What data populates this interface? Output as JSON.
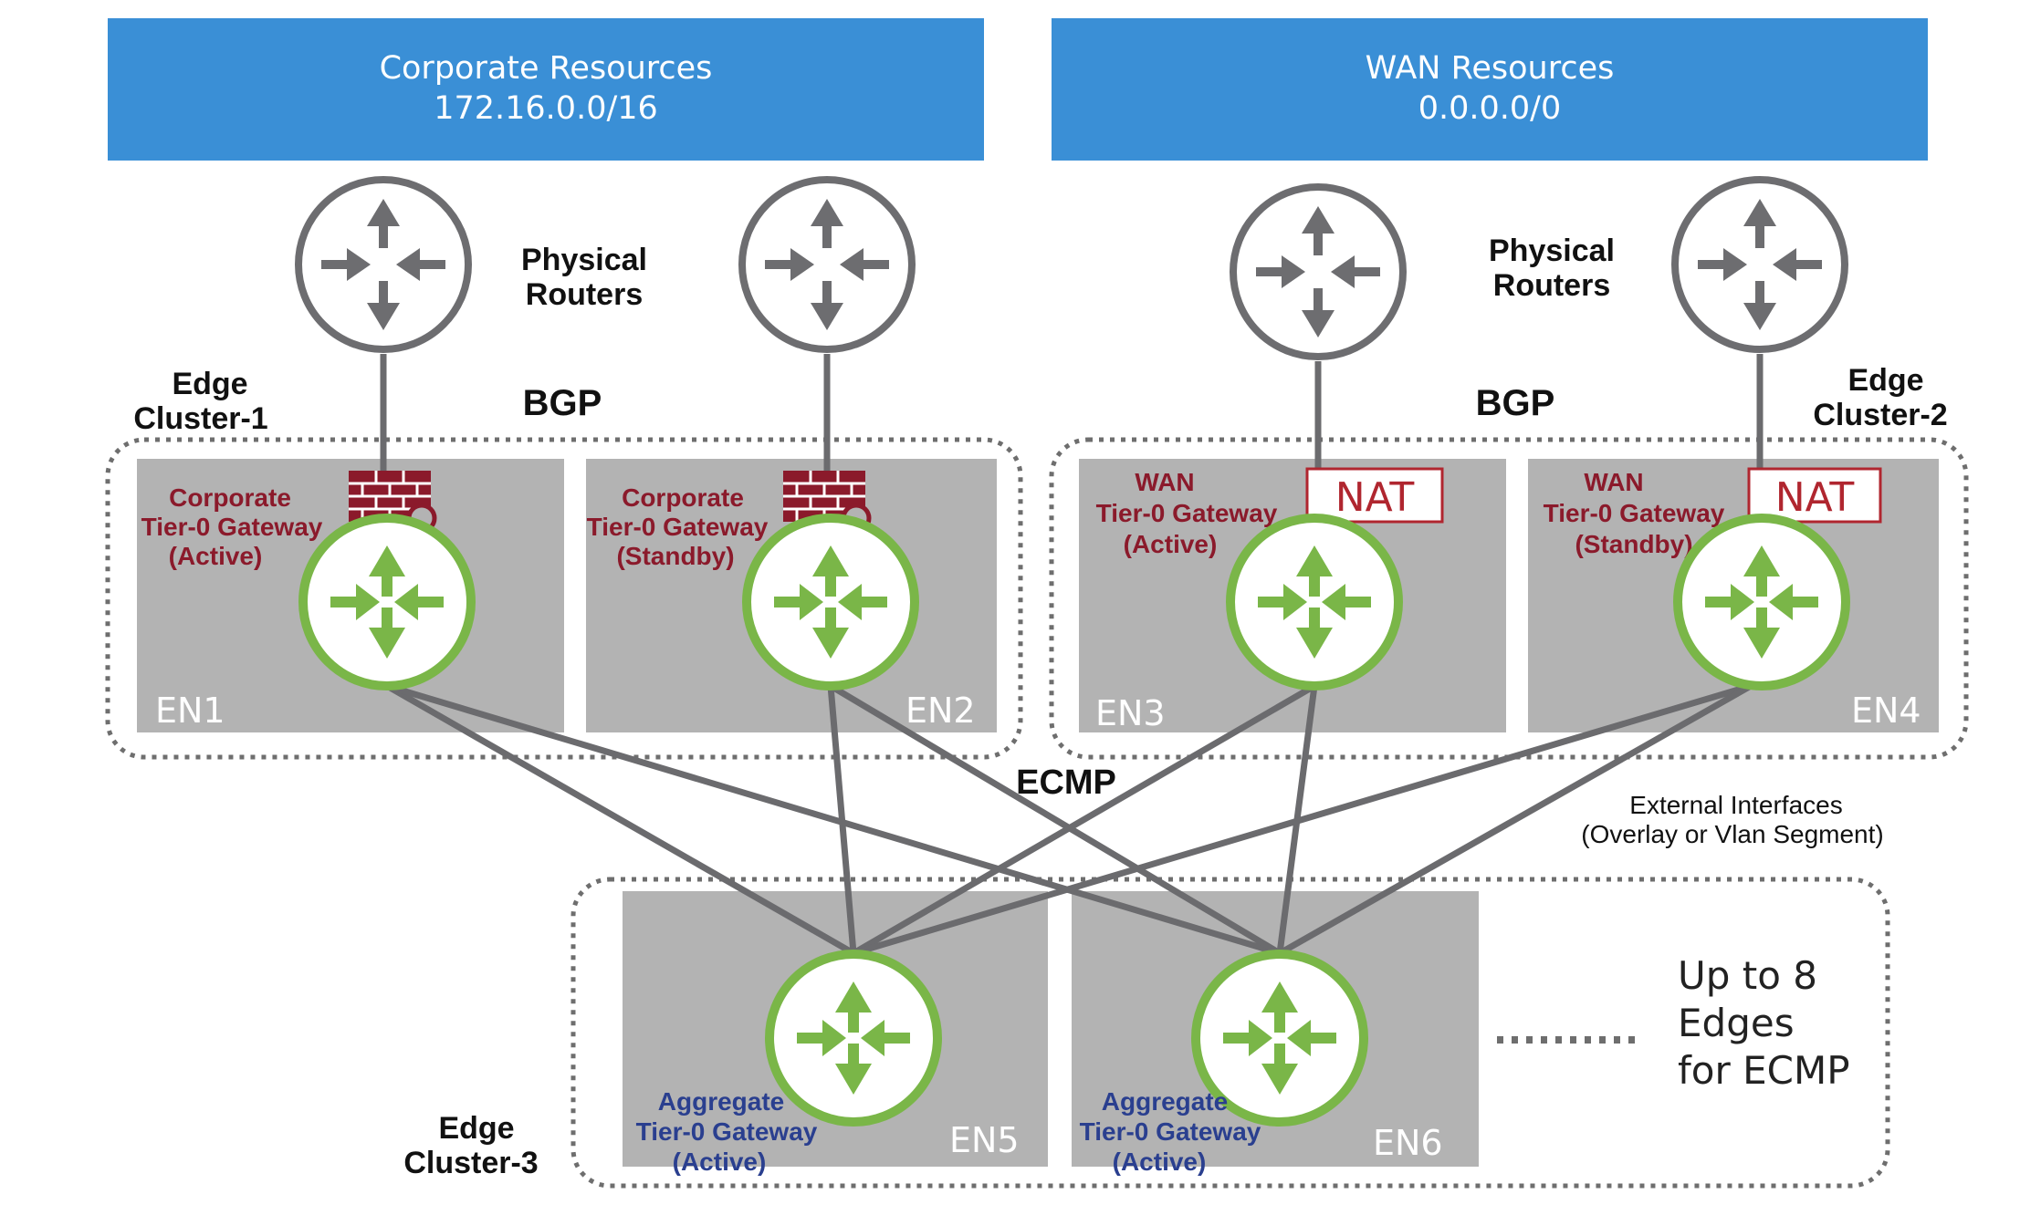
{
  "resources": [
    {
      "name": "Corporate Resources",
      "subnet": "172.16.0.0/16"
    },
    {
      "name": "WAN Resources",
      "subnet": "0.0.0.0/0"
    }
  ],
  "physical_routers_label": [
    "Physical",
    "Routers"
  ],
  "bgp_label": "BGP",
  "ecmp_label": "ECMP",
  "edge_clusters": [
    {
      "line1": "Edge",
      "line2": "Cluster-1"
    },
    {
      "line1": "Edge",
      "line2": "Cluster-2"
    },
    {
      "line1": "Edge",
      "line2": "Cluster-3"
    }
  ],
  "nodes": [
    {
      "label": "EN1",
      "gw_lines": [
        "Corporate",
        "Tier-0 Gateway",
        "(Active)"
      ]
    },
    {
      "label": "EN2",
      "gw_lines": [
        "Corporate",
        "Tier-0 Gateway",
        "(Standby)"
      ]
    },
    {
      "label": "EN3",
      "gw_lines": [
        "WAN",
        "Tier-0 Gateway",
        "(Active)"
      ]
    },
    {
      "label": "EN4",
      "gw_lines": [
        "WAN",
        "Tier-0 Gateway",
        "(Standby)"
      ]
    },
    {
      "label": "EN5",
      "gw_lines": [
        "Aggregate",
        "Tier-0 Gateway",
        "(Active)"
      ]
    },
    {
      "label": "EN6",
      "gw_lines": [
        "Aggregate",
        "Tier-0 Gateway",
        "(Active)"
      ]
    }
  ],
  "nat_label": "NAT",
  "external_interfaces": [
    "External Interfaces",
    "(Overlay or Vlan Segment)"
  ],
  "ecmp_note": [
    "Up to 8",
    "Edges",
    "for ECMP"
  ],
  "colors": {
    "resource_blue": "#3a8fd6",
    "node_gray": "#b3b3b3",
    "physical_router": "#6d6d70",
    "tier0_green": "#7ab648",
    "firewall_red": "#8b1a2b",
    "nat_red": "#b0262f",
    "link_gray": "#6b6b6e",
    "cluster_border": "#6e6e6e"
  },
  "icons": [
    "physical-router-icon",
    "tier0-router-icon",
    "firewall-icon",
    "nat-badge"
  ]
}
